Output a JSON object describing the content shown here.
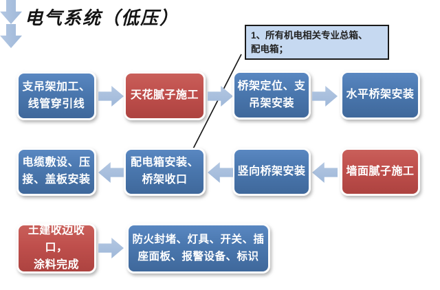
{
  "title": "电气系统（低压）",
  "callout": {
    "text": "1、所有机电相关专业总箱、\n配电箱；",
    "bg_color": "#c6d9f1",
    "border_color": "#1a1a1a"
  },
  "colors": {
    "node_blue": "#4a77ae",
    "node_red": "#bf4f4c",
    "arrow": "#a9c0de",
    "node_text": "#ffffff",
    "title_text": "#141414"
  },
  "nodes": {
    "support_fabrication": {
      "label": "支吊架加工、\n线管穿引线",
      "type": "blue"
    },
    "ceiling_putty": {
      "label": "天花腻子施工",
      "type": "red"
    },
    "tray_positioning": {
      "label": "桥架定位、支\n吊架安装",
      "type": "blue"
    },
    "horizontal_tray_install": {
      "label": "水平桥架安装",
      "type": "blue"
    },
    "wall_putty": {
      "label": "墙面腻子施工",
      "type": "red"
    },
    "vertical_tray_install": {
      "label": "竖向桥架安装",
      "type": "blue"
    },
    "distribution_box_install": {
      "label": "配电箱安装、\n桥架收口",
      "type": "blue"
    },
    "cable_laying": {
      "label": "电缆敷设、压\n接、盖板安装",
      "type": "blue"
    },
    "civil_closeout": {
      "label": "土建收边收口，\n涂料完成",
      "type": "red"
    },
    "fire_sealing_devices": {
      "label": "防火封堵、灯具、开关、插\n座面板、报警设备、标识",
      "type": "blue"
    }
  },
  "flow": {
    "row1_direction": "right",
    "row2_direction": "left",
    "row3_direction": "right"
  }
}
